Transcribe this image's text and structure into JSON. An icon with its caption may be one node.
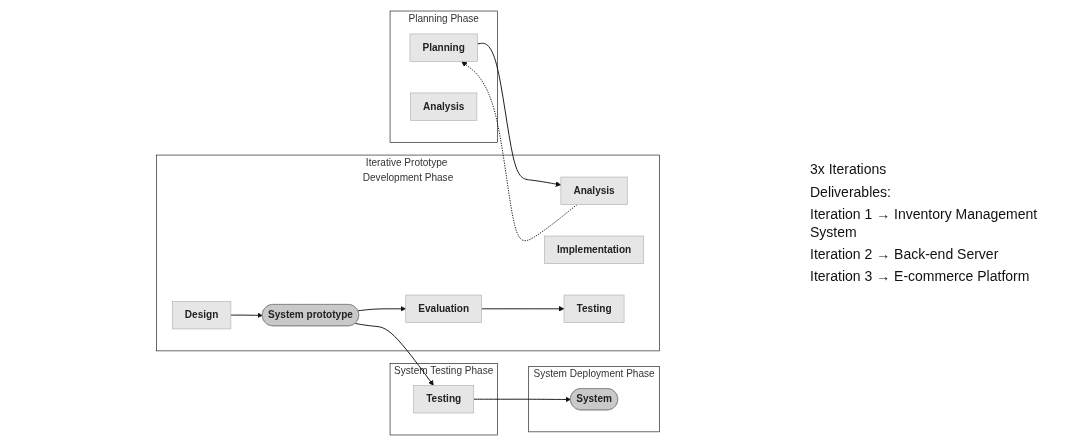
{
  "diagram": {
    "nodes": [
      {
        "text": [
          "Planning Phase"
        ]
      },
      {
        "text": [
          "Planning"
        ],
        "in": 0
      },
      {
        "text": [
          "Analysis"
        ],
        "in": 0
      },
      {
        "text": [
          "Iterative Prototype Development Phase"
        ]
      },
      {
        "text": [
          "Analysis"
        ],
        "in": 3
      },
      {
        "text": [
          "Design"
        ],
        "in": 3
      },
      {
        "text": [
          "Implementation"
        ],
        "in": 3
      },
      {
        "text": [
          "Testing"
        ],
        "in": 3
      },
      {
        "text": [
          "System prototype"
        ],
        "in": 3
      },
      {
        "text": [
          "Evaluation"
        ],
        "in": 3
      },
      {
        "text": [
          "System Testing Phase"
        ]
      },
      {
        "text": [
          "Testing"
        ],
        "in": 10
      },
      {
        "text": [
          "System Deployment Phase"
        ]
      },
      {
        "text": [
          "System"
        ],
        "in": 12
      }
    ],
    "edges": [
      {
        "from": 1,
        "to": 4,
        "arrow": "to"
      },
      {
        "from": 4,
        "to": 1,
        "arrow": "to",
        "style": "dashed"
      },
      {
        "from": 5,
        "to": 8,
        "arrow": "to"
      },
      {
        "from": 8,
        "to": 9,
        "arrow": "to"
      },
      {
        "from": 9,
        "to": 7,
        "arrow": "to"
      },
      {
        "from": 8,
        "to": 11,
        "arrow": "to"
      },
      {
        "from": 11,
        "to": 13,
        "arrow": "to"
      }
    ],
    "labels": [
      "3x Iterations",
      "Deliverables:",
      "Iteration 1 → Inventory Management System",
      "Iteration 2 → Back-end Server",
      "Iteration 3 → E-commerce Platform"
    ]
  }
}
